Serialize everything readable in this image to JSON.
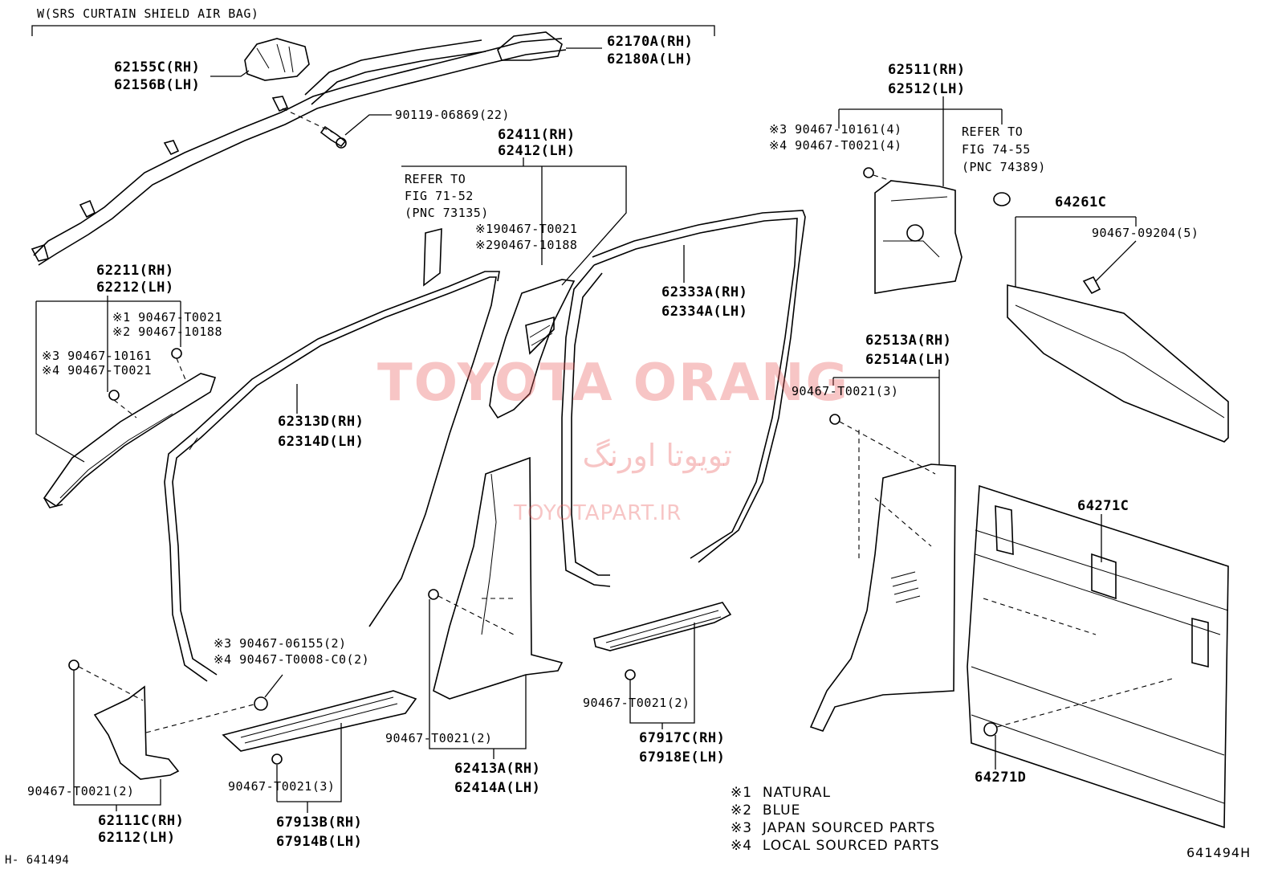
{
  "header_note": "W(SRS CURTAIN SHIELD AIR BAG)",
  "labels": {
    "l62155": [
      "62155C(RH)",
      "62156B(LH)"
    ],
    "l62170": [
      "62170A(RH)",
      "62180A(LH)"
    ],
    "l90119": "90119-06869(22)",
    "l62411": [
      "62411(RH)",
      "62412(LH)"
    ],
    "lrefer7152": [
      "REFER TO",
      "FIG 71-52",
      "(PNC 73135)"
    ],
    "l62411clips": [
      "※190467-T0021",
      "※290467-10188"
    ],
    "l62211": [
      "62211(RH)",
      "62212(LH)"
    ],
    "l62211clipsA": [
      "※1 90467-T0021",
      "※2 90467-10188"
    ],
    "l62211clipsB": [
      "※3 90467-10161",
      "※4 90467-T0021"
    ],
    "l62313": [
      "62313D(RH)",
      "62314D(LH)"
    ],
    "l62333": [
      "62333A(RH)",
      "62334A(LH)"
    ],
    "l62511": [
      "62511(RH)",
      "62512(LH)"
    ],
    "l62511clips": [
      "※3 90467-10161(4)",
      "※4 90467-T0021(4)"
    ],
    "lrefer7455": [
      "REFER TO",
      "FIG 74-55",
      "(PNC 74389)"
    ],
    "l64261": "64261C",
    "l90467_09204": "90467-09204(5)",
    "l62513": [
      "62513A(RH)",
      "62514A(LH)"
    ],
    "l62513clip": "90467-T0021(3)",
    "l64271c": "64271C",
    "l64271d": "64271D",
    "l06155": [
      "※3 90467-06155(2)",
      "※4 90467-T0008-C0(2)"
    ],
    "l62111clip": "90467-T0021(2)",
    "l62111": [
      "62111C(RH)",
      "62112(LH)"
    ],
    "l67913clip": "90467-T0021(3)",
    "l67913": [
      "67913B(RH)",
      "67914B(LH)"
    ],
    "l62413clip": "90467-T0021(2)",
    "l62413": [
      "62413A(RH)",
      "62414A(LH)"
    ],
    "l67917clip": "90467-T0021(2)",
    "l67917": [
      "67917C(RH)",
      "67918E(LH)"
    ]
  },
  "legend": [
    "※1  NATURAL",
    "※2  BLUE",
    "※3  JAPAN SOURCED PARTS",
    "※4  LOCAL SOURCED PARTS"
  ],
  "footer_left": "H- 641494",
  "footer_right": "641494H",
  "watermark": {
    "brand": "TOYOTA ORANG",
    "persian": "تویوتا اورنگ",
    "site": "TOYOTAPART.IR"
  }
}
